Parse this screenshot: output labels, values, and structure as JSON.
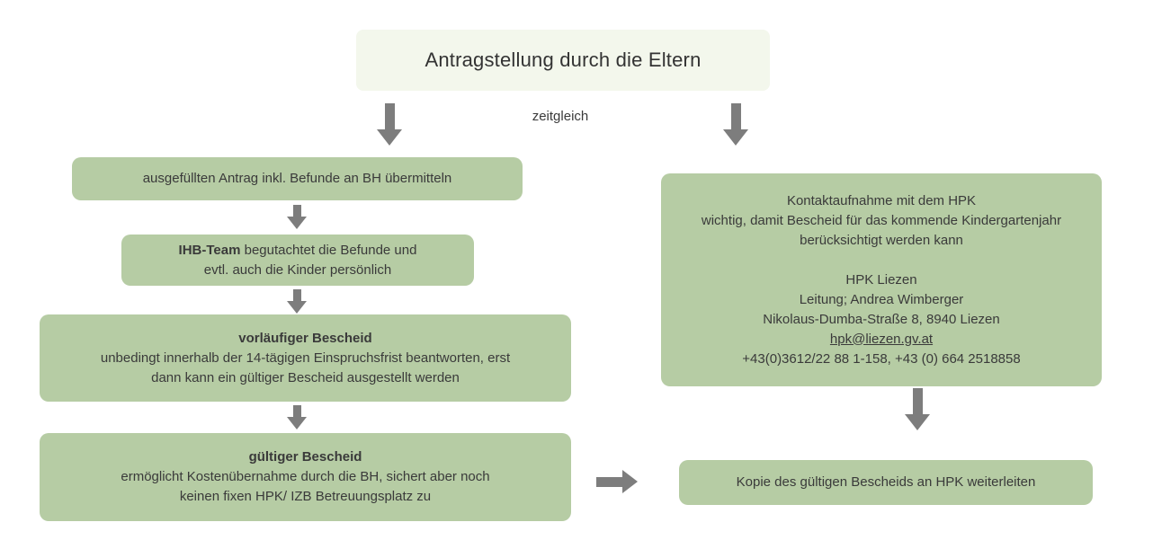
{
  "palette": {
    "box_green": "#b6cca4",
    "title_bg": "#f3f7ec",
    "arrow_gray": "#7d7d7d",
    "text": "#3a3a3a"
  },
  "title": "Antragstellung durch die Eltern",
  "timing_label": "zeitgleich",
  "left_flow": {
    "step1": "ausgefüllten Antrag inkl. Befunde an BH übermitteln",
    "step2": {
      "line1_bold": "IHB-Team",
      "line1_rest": " begutachtet die Befunde und",
      "line2": "evtl. auch die Kinder persönlich"
    },
    "step3": {
      "heading": "vorläufiger Bescheid",
      "lines": [
        "unbedingt innerhalb der 14-tägigen Einspruchsfrist beantworten, erst",
        "dann kann ein gültiger Bescheid ausgestellt werden"
      ]
    },
    "step4": {
      "heading": "gültiger Bescheid",
      "lines": [
        "ermöglicht Kostenübernahme durch die BH, sichert aber noch",
        "keinen fixen HPK/ IZB Betreuungsplatz zu"
      ]
    }
  },
  "right_flow": {
    "contact": {
      "lines_top": [
        "Kontaktaufnahme mit dem HPK",
        "wichtig, damit Bescheid für das kommende Kindergartenjahr",
        "berücksichtigt werden kann"
      ],
      "org": "HPK Liezen",
      "leitung": "Leitung; Andrea Wimberger",
      "address": "Nikolaus-Dumba-Straße 8, 8940 Liezen",
      "email": "hpk@liezen.gv.at",
      "phones": "+43(0)3612/22 88 1-158, +43 (0) 664 2518858"
    },
    "final": "Kopie des gültigen Bescheids an HPK weiterleiten"
  }
}
